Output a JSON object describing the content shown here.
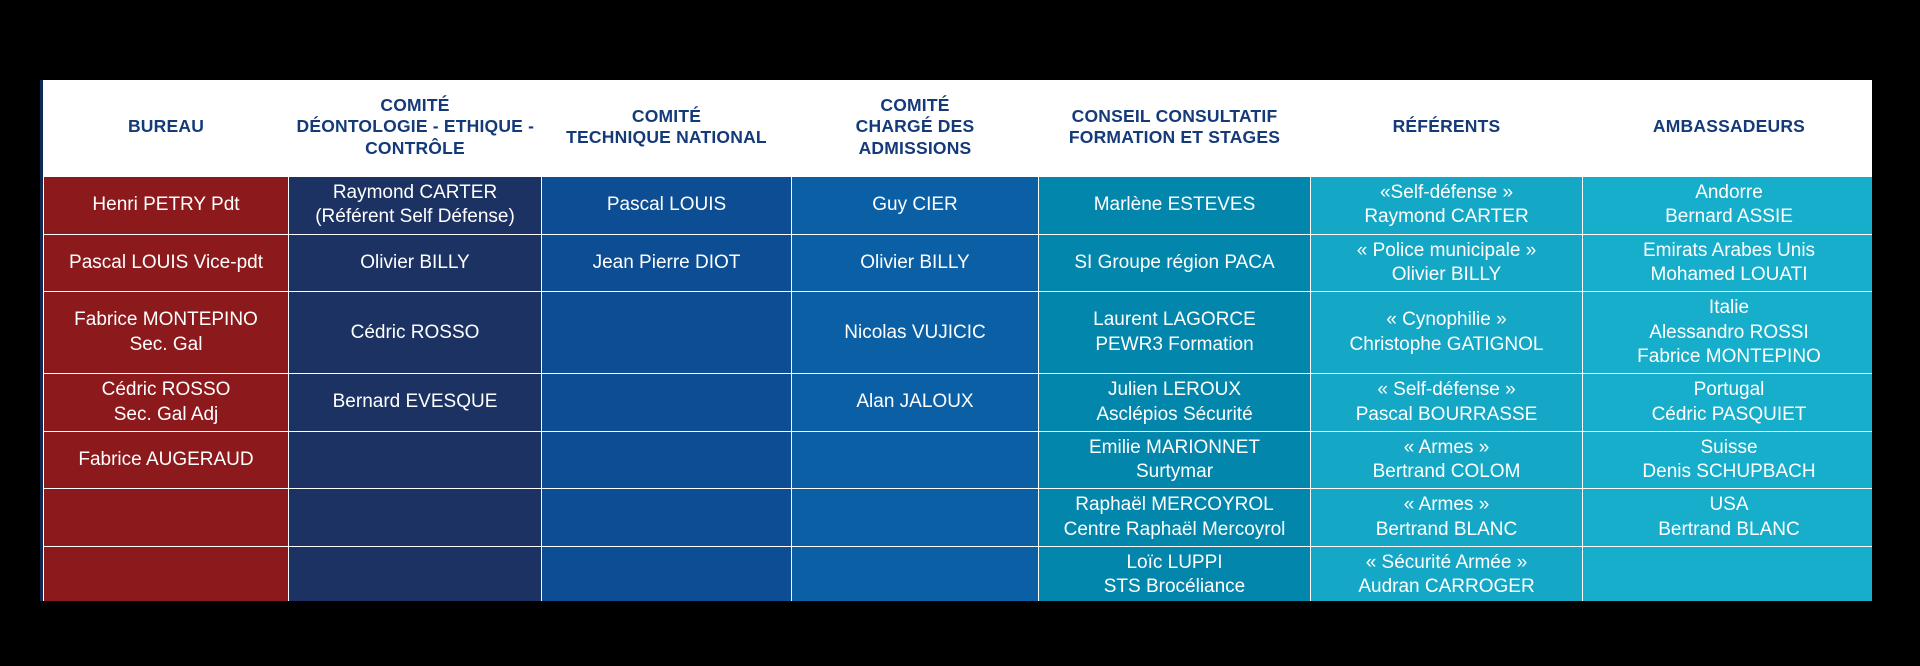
{
  "colors": {
    "page_background": "#000000",
    "card_background": "#ffffff",
    "header_text": "#153a79",
    "bureau": "#8c1a1c",
    "deontologie": "#1c3263",
    "technique": "#0c4d93",
    "admissions": "#0b5fa5",
    "conseil": "#0286ab",
    "referents": "#14a8c6",
    "ambassadeurs": "#16aecb"
  },
  "table": {
    "headers": [
      {
        "key": "bureau",
        "lines": [
          "BUREAU"
        ]
      },
      {
        "key": "deontologie",
        "lines": [
          "COMITÉ",
          "DÉONTOLOGIE - ETHIQUE -",
          "CONTRÔLE"
        ]
      },
      {
        "key": "technique",
        "lines": [
          "COMITÉ",
          "TECHNIQUE NATIONAL"
        ]
      },
      {
        "key": "admissions",
        "lines": [
          "COMITÉ",
          "CHARGÉ DES",
          "ADMISSIONS"
        ]
      },
      {
        "key": "conseil",
        "lines": [
          "CONSEIL CONSULTATIF",
          "FORMATION ET STAGES"
        ]
      },
      {
        "key": "referents",
        "lines": [
          "RÉFÉRENTS"
        ]
      },
      {
        "key": "ambassadeurs",
        "lines": [
          "AMBASSADEURS"
        ]
      }
    ],
    "rows": [
      {
        "bureau": [
          "Henri PETRY Pdt"
        ],
        "deontologie": [
          "Raymond CARTER",
          "(Référent Self Défense)"
        ],
        "technique": [
          "Pascal LOUIS"
        ],
        "admissions": [
          "Guy CIER"
        ],
        "conseil": [
          "Marlène ESTEVES"
        ],
        "referents": [
          "«Self-défense »",
          "Raymond CARTER"
        ],
        "ambassadeurs": [
          "Andorre",
          "Bernard ASSIE"
        ]
      },
      {
        "bureau": [
          "Pascal LOUIS Vice-pdt"
        ],
        "deontologie": [
          "Olivier BILLY"
        ],
        "technique": [
          "Jean Pierre DIOT"
        ],
        "admissions": [
          "Olivier BILLY"
        ],
        "conseil": [
          "SI Groupe région PACA"
        ],
        "referents": [
          "« Police municipale »",
          "Olivier BILLY"
        ],
        "ambassadeurs": [
          "Emirats Arabes Unis",
          "Mohamed LOUATI"
        ]
      },
      {
        "bureau": [
          "Fabrice MONTEPINO",
          "Sec. Gal"
        ],
        "deontologie": [
          "Cédric ROSSO"
        ],
        "technique": [
          ""
        ],
        "admissions": [
          "Nicolas VUJICIC"
        ],
        "conseil": [
          "Laurent LAGORCE",
          "PEWR3 Formation"
        ],
        "referents": [
          "« Cynophilie »",
          "Christophe GATIGNOL"
        ],
        "ambassadeurs": [
          "Italie",
          "Alessandro ROSSI",
          "Fabrice MONTEPINO"
        ]
      },
      {
        "bureau": [
          "Cédric ROSSO",
          "Sec. Gal Adj"
        ],
        "deontologie": [
          "Bernard EVESQUE"
        ],
        "technique": [
          ""
        ],
        "admissions": [
          "Alan JALOUX"
        ],
        "conseil": [
          "Julien LEROUX",
          "Asclépios Sécurité"
        ],
        "referents": [
          "« Self-défense »",
          "Pascal BOURRASSE"
        ],
        "ambassadeurs": [
          "Portugal",
          "Cédric PASQUIET"
        ]
      },
      {
        "bureau": [
          "Fabrice AUGERAUD"
        ],
        "deontologie": [
          ""
        ],
        "technique": [
          ""
        ],
        "admissions": [
          ""
        ],
        "conseil": [
          "Emilie MARIONNET",
          "Surtymar"
        ],
        "referents": [
          "« Armes »",
          "Bertrand COLOM"
        ],
        "ambassadeurs": [
          "Suisse",
          "Denis SCHUPBACH"
        ]
      },
      {
        "bureau": [
          ""
        ],
        "deontologie": [
          ""
        ],
        "technique": [
          ""
        ],
        "admissions": [
          ""
        ],
        "conseil": [
          "Raphaël MERCOYROL",
          "Centre Raphaël Mercoyrol"
        ],
        "referents": [
          "« Armes »",
          "Bertrand BLANC"
        ],
        "ambassadeurs": [
          "USA",
          "Bertrand BLANC"
        ]
      },
      {
        "bureau": [
          ""
        ],
        "deontologie": [
          ""
        ],
        "technique": [
          ""
        ],
        "admissions": [
          ""
        ],
        "conseil": [
          "Loïc LUPPI",
          "STS Brocéliance"
        ],
        "referents": [
          "« Sécurité Armée »",
          "Audran CARROGER"
        ],
        "ambassadeurs": [
          ""
        ]
      }
    ]
  }
}
